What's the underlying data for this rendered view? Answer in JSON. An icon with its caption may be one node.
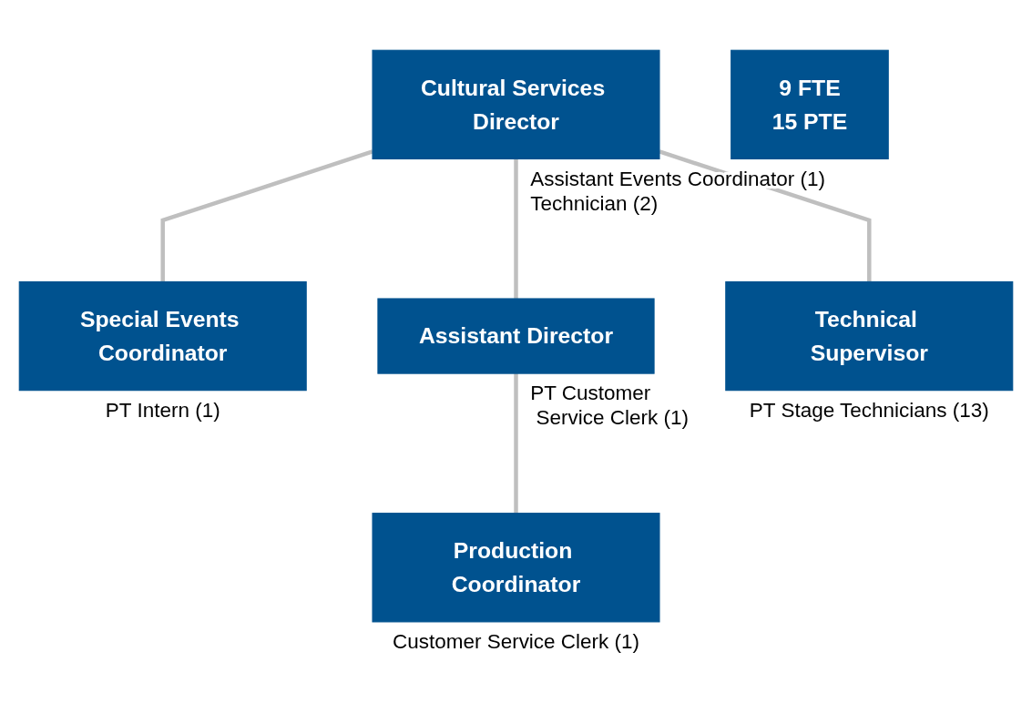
{
  "diagram": {
    "nodes": [
      {
        "text": [
          "Cultural Services Director"
        ],
        "beside": [
          "Assistant Events Coordinator (1)",
          "Technician (2)"
        ]
      },
      {
        "text": [
          "Special Events Coordinator"
        ],
        "beside": [
          "PT Intern (1)"
        ]
      },
      {
        "text": [
          "Assistant Director"
        ],
        "beside": [
          "PT Customer Service Clerk (1)"
        ]
      },
      {
        "text": [
          "Technical Supervisor"
        ],
        "beside": [
          "PT Stage Technicians (13)"
        ]
      },
      {
        "text": [
          "Production Coordinator"
        ],
        "beside": [
          "Customer Service Clerk (1)"
        ]
      },
      {
        "text": [
          "9 FTE",
          "15 PTE"
        ]
      }
    ],
    "edges": [
      {
        "from": 0,
        "to": 1,
        "arrow": "none"
      },
      {
        "from": 0,
        "to": 2,
        "arrow": "none"
      },
      {
        "from": 0,
        "to": 3,
        "arrow": "none"
      },
      {
        "from": 2,
        "to": 4,
        "arrow": "none"
      }
    ]
  }
}
